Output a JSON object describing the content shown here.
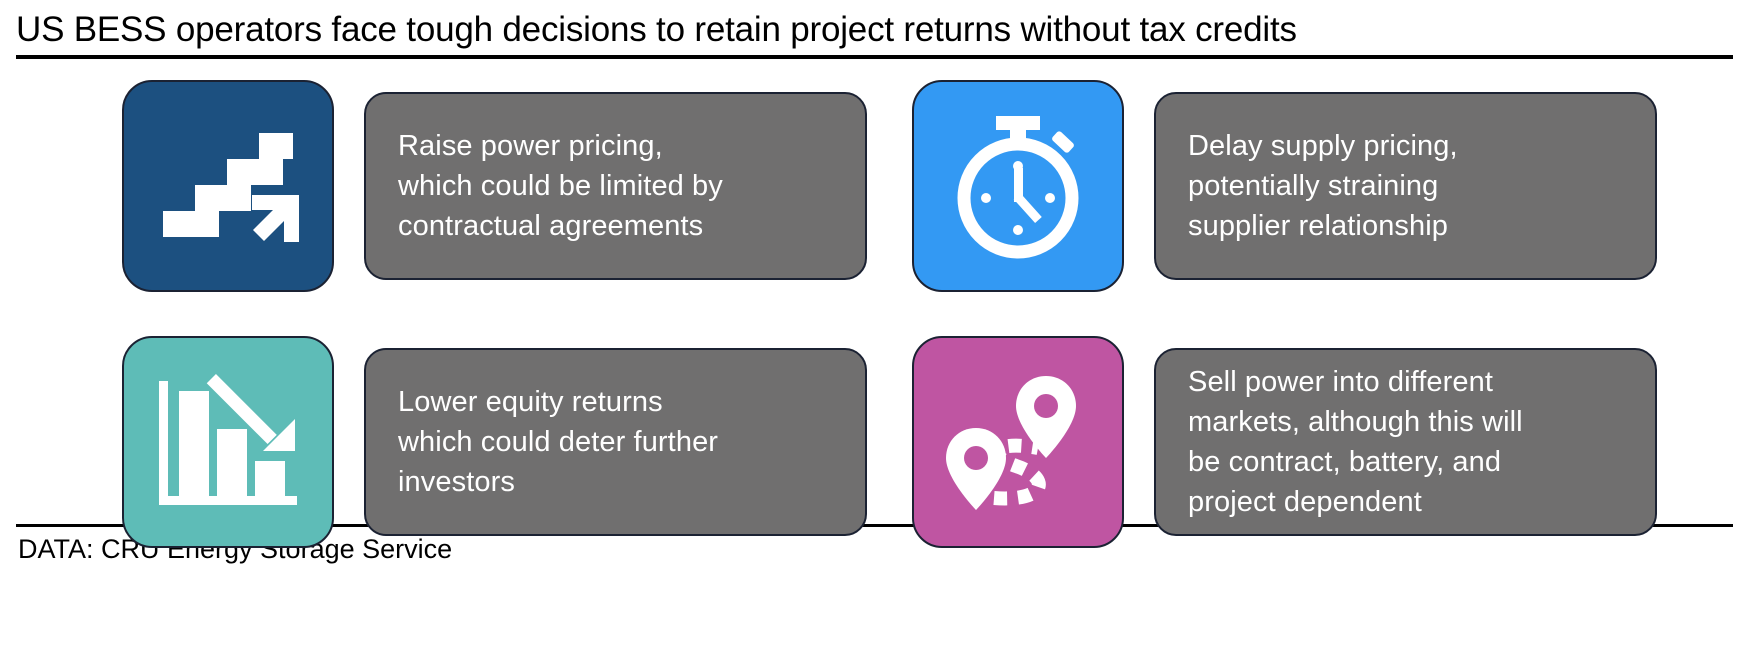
{
  "header": {
    "title": "US BESS operators face tough decisions to retain project returns without tax credits"
  },
  "footer": {
    "source": "DATA: CRU Energy Storage Service"
  },
  "colors": {
    "card_panel": "#706f6f",
    "card_border": "#1b2233",
    "tile_navy": "#1c5080",
    "tile_blue": "#3399f3",
    "tile_teal": "#5ebcb7",
    "tile_magenta": "#bf55a2",
    "icon_white": "#ffffff",
    "text_white": "#ffffff",
    "title_black": "#000000"
  },
  "cards": [
    {
      "icon": "stairs-up-arrow-icon",
      "tile_color": "#1c5080",
      "text": "Raise power pricing,\nwhich could be limited by\ncontractual agreements",
      "position": "top-left"
    },
    {
      "icon": "stopwatch-icon",
      "tile_color": "#3399f3",
      "text": "Delay supply pricing,\npotentially straining\nsupplier relationship",
      "position": "top-right"
    },
    {
      "icon": "declining-bar-chart-icon",
      "tile_color": "#5ebcb7",
      "text": "Lower equity returns\nwhich could deter further\ninvestors",
      "position": "bottom-left"
    },
    {
      "icon": "map-route-pins-icon",
      "tile_color": "#bf55a2",
      "text": "Sell power into different\nmarkets, although this will\nbe contract, battery, and\nproject dependent",
      "position": "bottom-right"
    }
  ]
}
